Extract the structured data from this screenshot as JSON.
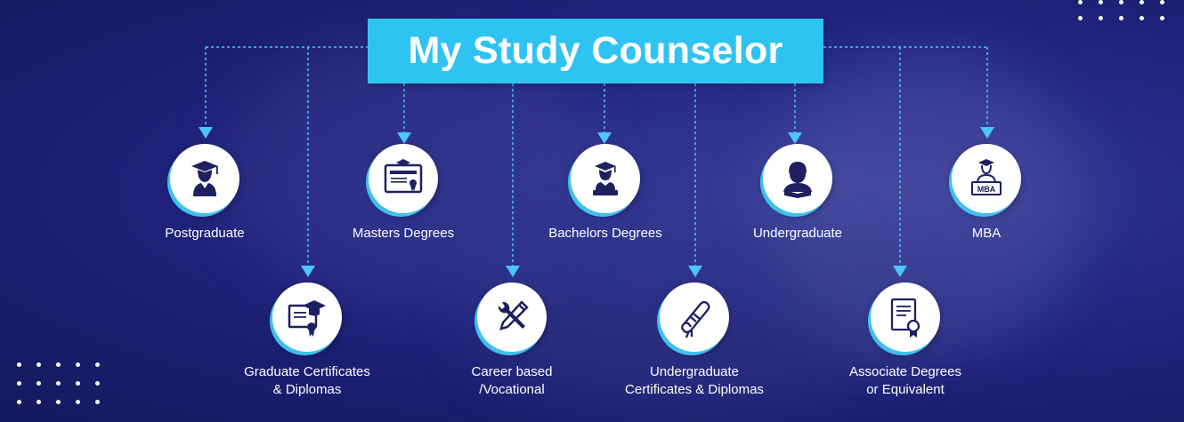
{
  "title": "My Study Counselor",
  "colors": {
    "accent": "#2fc3f2",
    "line": "#4cc6f4",
    "icon": "#1e2060"
  },
  "top_row": [
    {
      "label": "Postgraduate",
      "icon": "graduate-icon"
    },
    {
      "label": "Masters Degrees",
      "icon": "masters-certificate-icon"
    },
    {
      "label": "Bachelors Degrees",
      "icon": "graduate-reading-icon"
    },
    {
      "label": "Undergraduate",
      "icon": "student-book-icon"
    },
    {
      "label": "MBA",
      "icon": "mba-icon"
    }
  ],
  "bottom_row": [
    {
      "line1": "Graduate Certificates",
      "line2": "& Diplomas",
      "icon": "certificate-cap-icon"
    },
    {
      "line1": "Career based",
      "line2": "/Vocational",
      "icon": "tools-icon"
    },
    {
      "line1": "Undergraduate",
      "line2": "Certificates & Diplomas",
      "icon": "diploma-scroll-icon"
    },
    {
      "line1": "Associate Degrees",
      "line2": "or Equivalent",
      "icon": "document-award-icon"
    }
  ],
  "mba_badge_text": "MBA"
}
